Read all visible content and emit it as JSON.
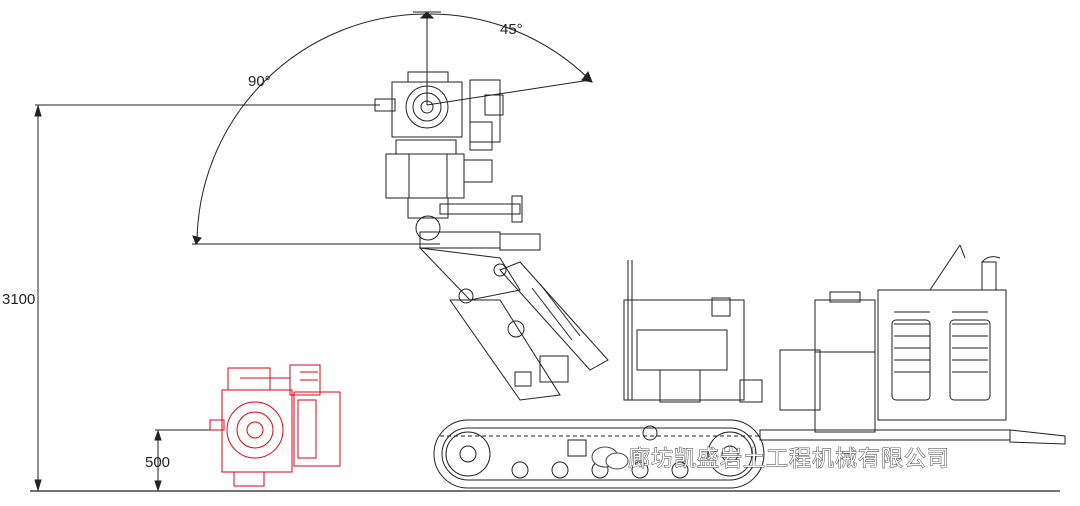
{
  "dimensions": {
    "overall_height": "3100",
    "low_height": "500"
  },
  "angles": {
    "up": "90°",
    "tilt": "45°"
  },
  "watermark": {
    "text": "廊坊凯盛岩土工程机械有限公司"
  },
  "colors": {
    "line": "#222222",
    "accent_red": "#e60012",
    "background": "#ffffff"
  }
}
